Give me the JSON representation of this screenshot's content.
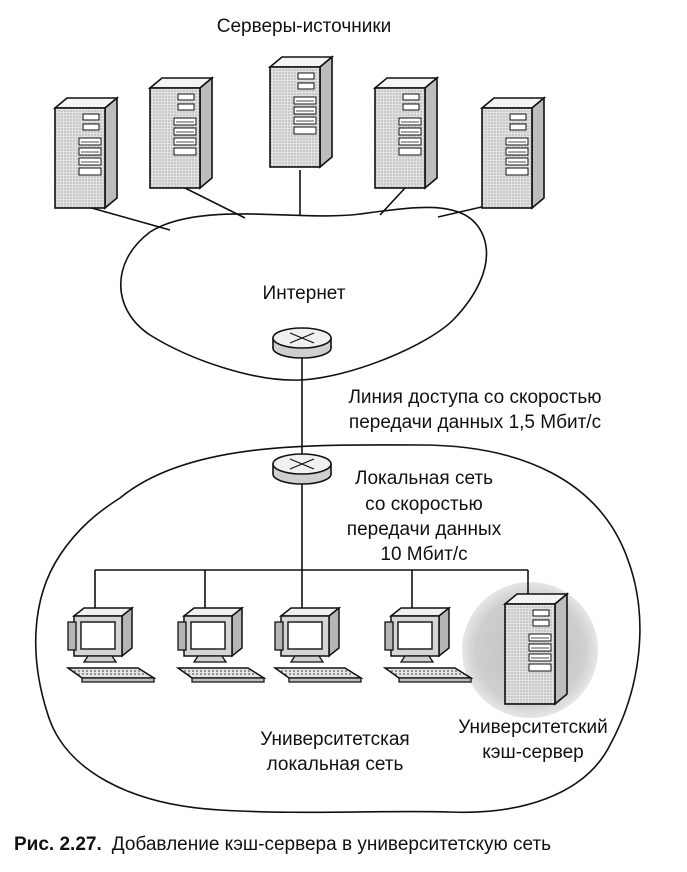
{
  "labels": {
    "source_servers": "Серверы-источники",
    "internet": "Интернет",
    "access_line_1": "Линия доступа со скоростью",
    "access_line_2": "передачи данных 1,5 Мбит/с",
    "lan_1": "Локальная сеть",
    "lan_2": "со скоростью",
    "lan_3": "передачи данных",
    "lan_4": "10 Мбит/с",
    "univ_lan_1": "Университетская",
    "univ_lan_2": "локальная сеть",
    "cache_1": "Университетский",
    "cache_2": "кэш-сервер"
  },
  "caption": {
    "prefix": "Рис. 2.27.",
    "text": "Добавление кэш-сервера в университетскую сеть"
  },
  "colors": {
    "line": "#111111",
    "server_fill": "#d8d8d8",
    "halo": "#c8c8c8",
    "router_fill": "#e6e6e6",
    "screen_fill": "#ffffff"
  }
}
